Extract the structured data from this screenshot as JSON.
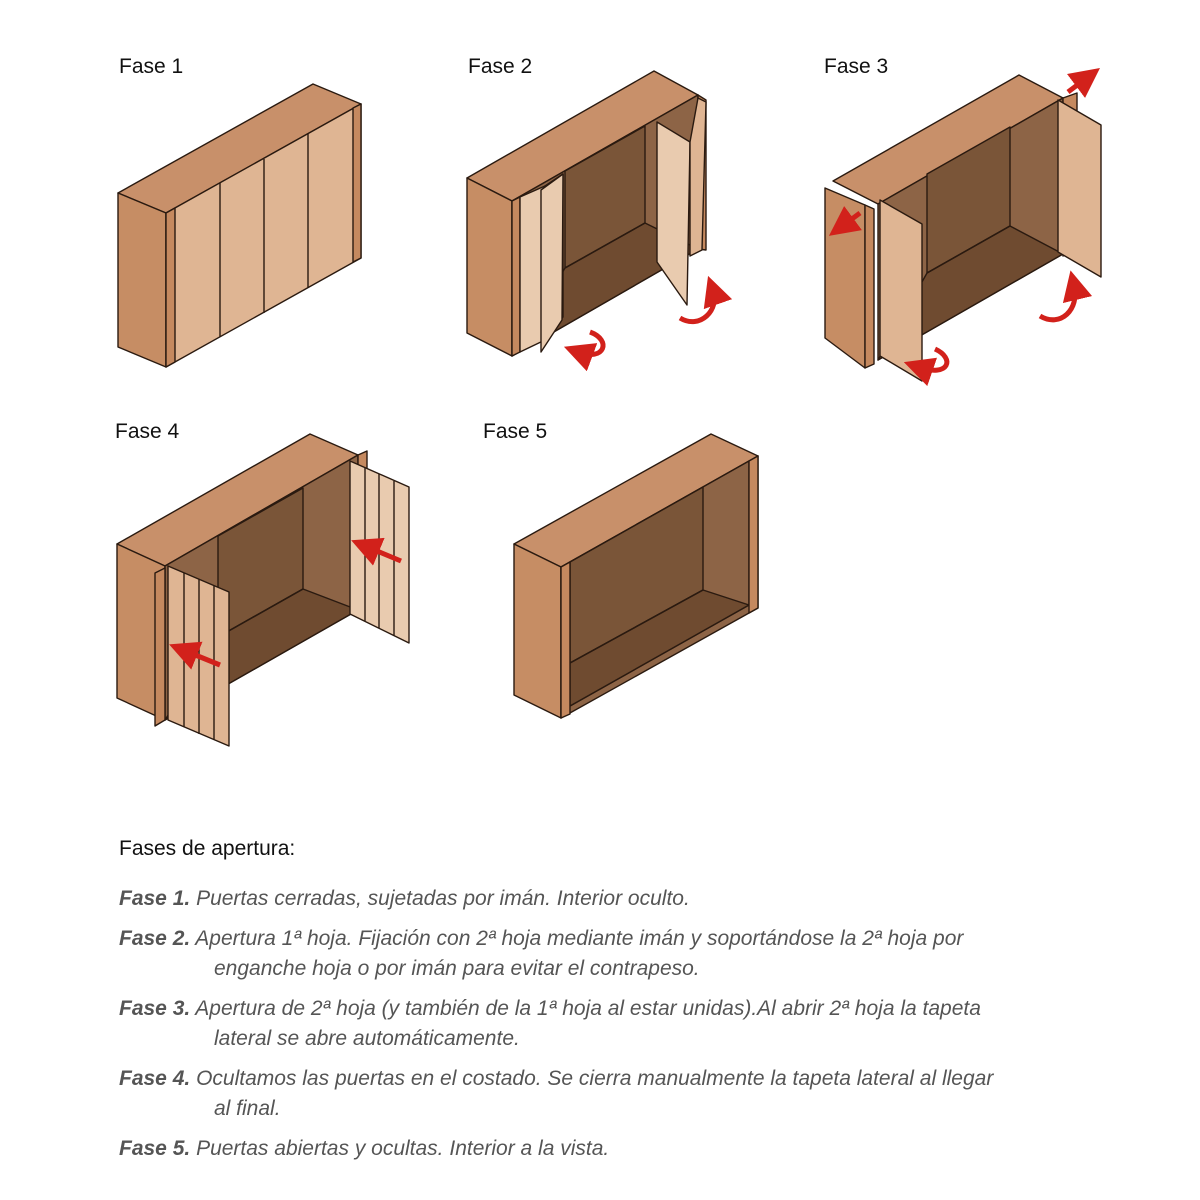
{
  "phases": [
    {
      "label": "Fase 1"
    },
    {
      "label": "Fase 2"
    },
    {
      "label": "Fase 3"
    },
    {
      "label": "Fase 4"
    },
    {
      "label": "Fase 5"
    }
  ],
  "colors": {
    "top": "#c8906a",
    "side": "#c68d64",
    "front_frame": "#c5895f",
    "door": "#dfb593",
    "door_light": "#e9cbaf",
    "interior": "#8d6446",
    "interior_dark": "#7a5538",
    "arrow": "#d2211b",
    "outline": "#2a1a10"
  },
  "legend": {
    "title": "Fases de apertura:",
    "steps": [
      {
        "tag": "Fase 1.",
        "line1": "Puertas cerradas, sujetadas por imán. Interior oculto.",
        "line2": ""
      },
      {
        "tag": "Fase 2.",
        "line1": "Apertura 1ª hoja. Fijación con 2ª hoja mediante imán y soportándose la 2ª hoja por",
        "line2": "enganche hoja o por imán para evitar el contrapeso."
      },
      {
        "tag": "Fase 3.",
        "line1": "Apertura de 2ª hoja (y también de la 1ª hoja al estar unidas).Al abrir 2ª hoja la tapeta",
        "line2": "lateral se abre automáticamente."
      },
      {
        "tag": "Fase 4.",
        "line1": "Ocultamos las puertas en el costado. Se cierra manualmente la tapeta lateral al llegar",
        "line2": "al final."
      },
      {
        "tag": "Fase 5.",
        "line1": "Puertas abiertas y ocultas. Interior a la vista.",
        "line2": ""
      }
    ]
  }
}
